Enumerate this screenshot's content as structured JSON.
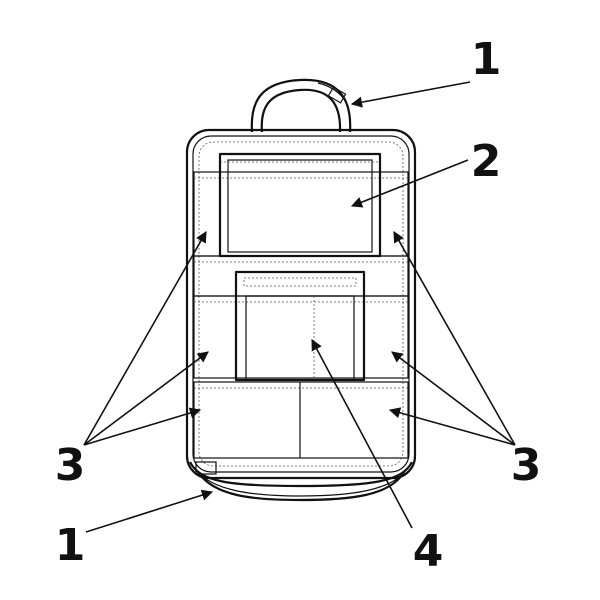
{
  "colors": {
    "line": "#111111",
    "mesh_fill": "#e2e2e2",
    "panel_fill": "#f6f6f6",
    "white": "#ffffff"
  },
  "callouts": {
    "strap_top": "1",
    "strap_bottom": "1",
    "tablet_holder": "2",
    "pockets_left": "3",
    "pockets_right": "3",
    "center_pocket": "4"
  }
}
